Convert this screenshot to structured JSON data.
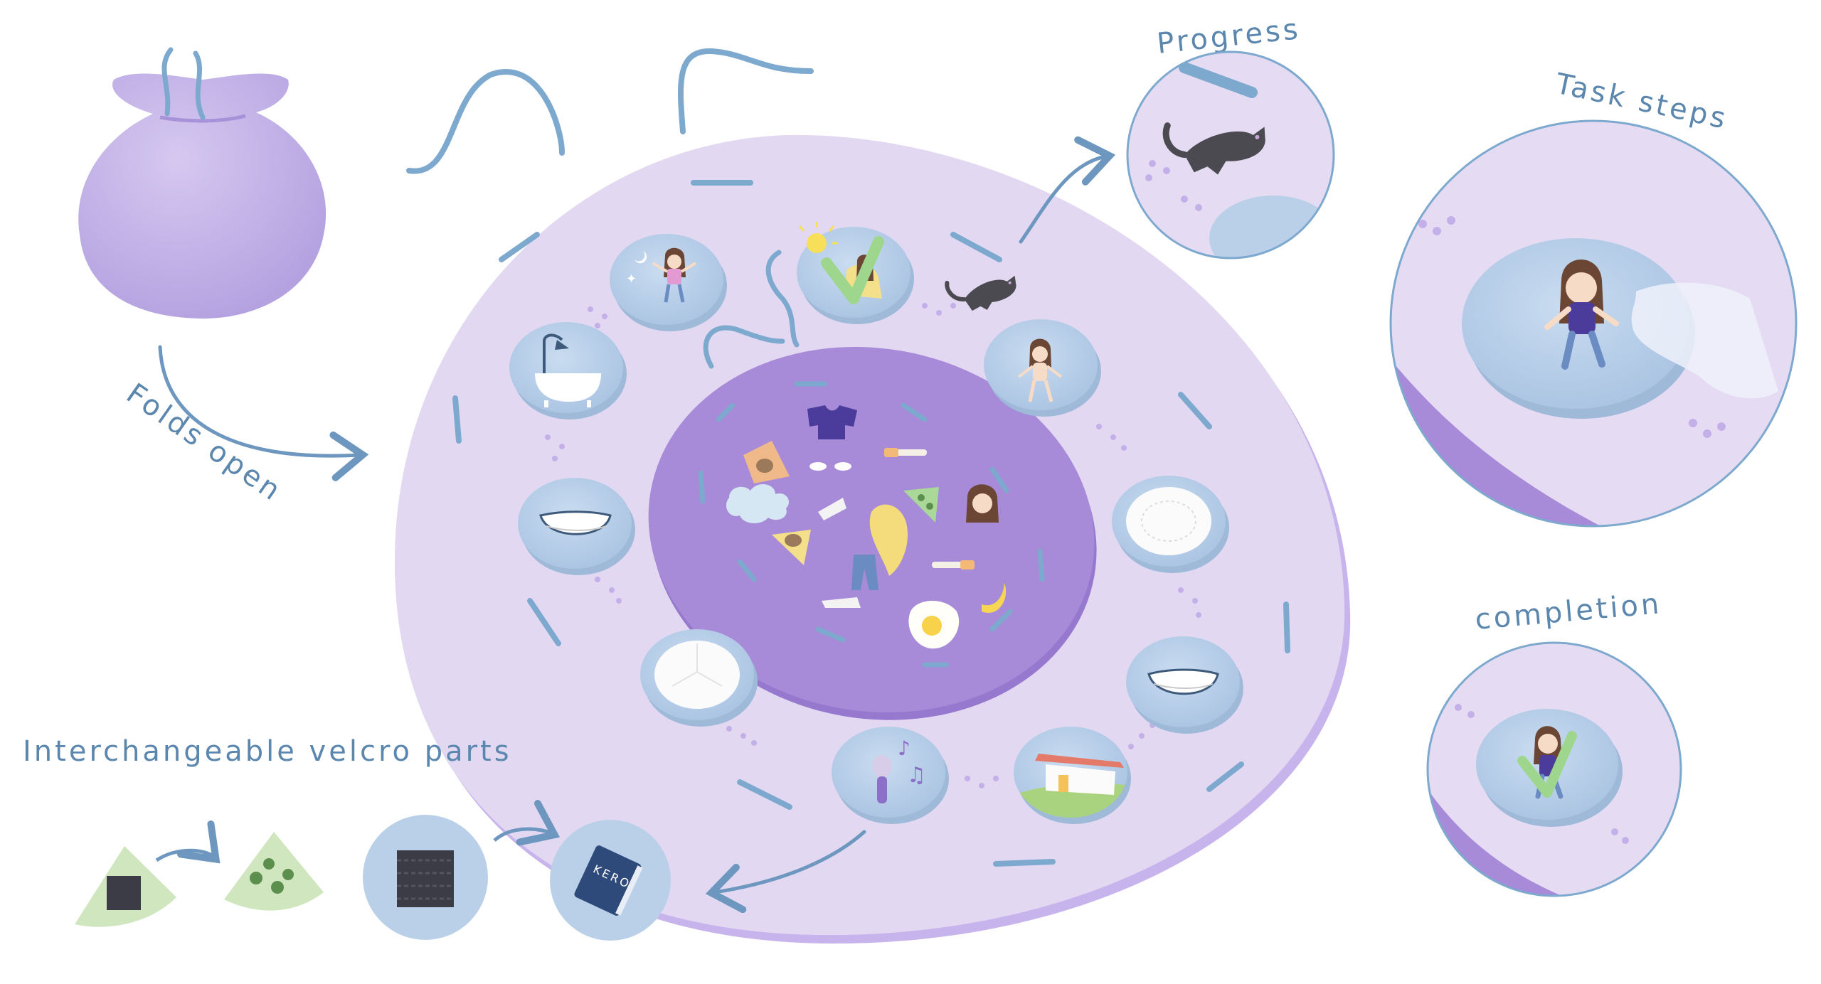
{
  "labels": {
    "folds_open": "Folds open",
    "progress": "Progress",
    "task_steps": "Task steps",
    "completion": "completion",
    "interchangeable": "Interchangeable velcro parts"
  },
  "book_title": "KERO",
  "colors": {
    "felt_light": "#e2d8f2",
    "felt_inner": "#a78ad8",
    "disc_blue": "#b9d0e8",
    "string_blue": "#7ea9cf",
    "arrow_blue": "#6d97bf",
    "green_check": "#9fd68e",
    "cat": "#4a4a50"
  },
  "icons": {
    "pouch": "drawstring-pouch-icon",
    "cat": "cat-icon",
    "check": "checkmark-icon",
    "bathtub": "bathtub-icon",
    "smile": "smile-icon",
    "plate": "plate-icon",
    "microphone": "microphone-icon",
    "house": "house-icon",
    "book": "book-icon",
    "velcro": "velcro-square-icon"
  }
}
